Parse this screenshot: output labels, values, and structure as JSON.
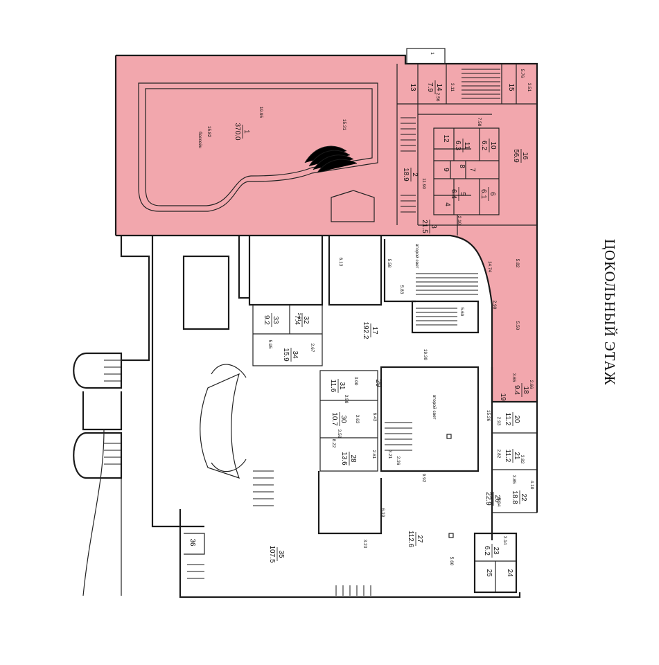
{
  "plan_title": "ЦОКОЛЬНЫЙ ЭТАЖ",
  "highlight_color": "#f2a7ad",
  "labels": {
    "pool": "бассейн",
    "second_light_a": "второй свет",
    "second_light_b": "второй свет"
  },
  "rooms": [
    {
      "id": "1",
      "area": "370.0"
    },
    {
      "id": "2",
      "area": "18.9"
    },
    {
      "id": "3",
      "area": "21.5"
    },
    {
      "id": "4",
      "area": ""
    },
    {
      "id": "5",
      "area": "6.4"
    },
    {
      "id": "6",
      "area": "6.1"
    },
    {
      "id": "7",
      "area": ""
    },
    {
      "id": "8",
      "area": ""
    },
    {
      "id": "9",
      "area": ""
    },
    {
      "id": "10",
      "area": "6.2"
    },
    {
      "id": "11",
      "area": "6.3"
    },
    {
      "id": "12",
      "area": ""
    },
    {
      "id": "13",
      "area": ""
    },
    {
      "id": "14",
      "area": "7.9"
    },
    {
      "id": "15",
      "area": ""
    },
    {
      "id": "16",
      "area": "56.9"
    },
    {
      "id": "17",
      "area": "192.2"
    },
    {
      "id": "18",
      "area": "9.4"
    },
    {
      "id": "19",
      "area": ""
    },
    {
      "id": "20",
      "area": "11.2"
    },
    {
      "id": "21",
      "area": "11.2"
    },
    {
      "id": "22",
      "area": "18.8"
    },
    {
      "id": "23",
      "area": "6.2"
    },
    {
      "id": "24",
      "area": ""
    },
    {
      "id": "25",
      "area": ""
    },
    {
      "id": "26",
      "area": "22.9"
    },
    {
      "id": "27",
      "area": "112.6"
    },
    {
      "id": "28",
      "area": "13.6"
    },
    {
      "id": "29",
      "area": ""
    },
    {
      "id": "30",
      "area": "10.7"
    },
    {
      "id": "31",
      "area": "11.6"
    },
    {
      "id": "32",
      "area": "7.4"
    },
    {
      "id": "33",
      "area": "9.2"
    },
    {
      "id": "34",
      "area": "15.9"
    },
    {
      "id": "35",
      "area": "107.5"
    },
    {
      "id": "36",
      "area": ""
    }
  ],
  "dimensions": [
    "19.95",
    "15.82",
    "15.31",
    "11.90",
    "2.10",
    "5.58",
    "5.83",
    "5.69",
    "6.13",
    "19.30",
    "14.74",
    "5.82",
    "5.50",
    "2.90",
    "3.65",
    "2.66",
    "7.58",
    "5.76",
    "3.51",
    "3.11",
    "2.56",
    "2.61",
    "2.67",
    "5.95",
    "3.00",
    "3.58",
    "3.63",
    "6.43",
    "3.58",
    "8.22",
    "2.61",
    "2.36",
    "3.21",
    "9.92",
    "6.19",
    "3.23",
    "5.60",
    "2.93",
    "15.26",
    "2.82",
    "3.82",
    "3.85",
    "4.10",
    "5.94",
    "3.14",
    "1"
  ]
}
